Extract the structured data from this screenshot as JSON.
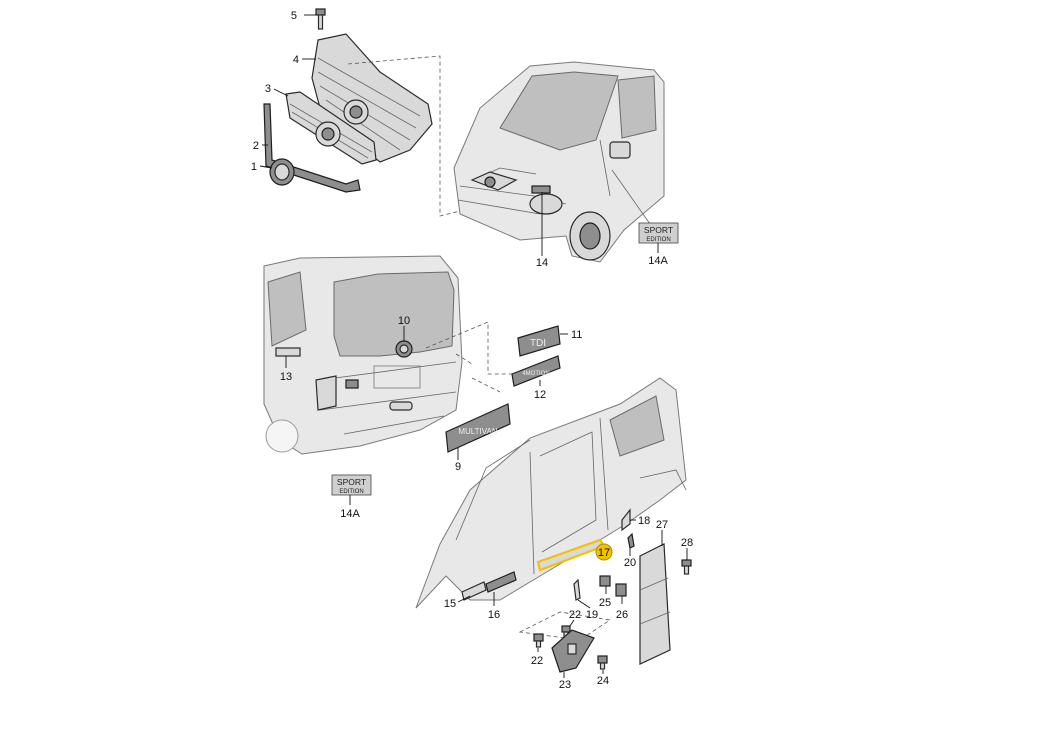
{
  "callouts": [
    {
      "id": "c5",
      "label": "5"
    },
    {
      "id": "c4",
      "label": "4"
    },
    {
      "id": "c3",
      "label": "3"
    },
    {
      "id": "c2",
      "label": "2"
    },
    {
      "id": "c1",
      "label": "1"
    },
    {
      "id": "c14",
      "label": "14"
    },
    {
      "id": "c14a_top",
      "label": "14A"
    },
    {
      "id": "c10",
      "label": "10"
    },
    {
      "id": "c11",
      "label": "11"
    },
    {
      "id": "c13",
      "label": "13"
    },
    {
      "id": "c12",
      "label": "12"
    },
    {
      "id": "c9",
      "label": "9"
    },
    {
      "id": "c14a_bottom",
      "label": "14A"
    },
    {
      "id": "c18",
      "label": "18"
    },
    {
      "id": "c27",
      "label": "27"
    },
    {
      "id": "c17",
      "label": "17"
    },
    {
      "id": "c28",
      "label": "28"
    },
    {
      "id": "c20",
      "label": "20"
    },
    {
      "id": "c15",
      "label": "15"
    },
    {
      "id": "c16",
      "label": "16"
    },
    {
      "id": "c19",
      "label": "19"
    },
    {
      "id": "c25",
      "label": "25"
    },
    {
      "id": "c26",
      "label": "26"
    },
    {
      "id": "c22a",
      "label": "22"
    },
    {
      "id": "c22b",
      "label": "22"
    },
    {
      "id": "c23",
      "label": "23"
    },
    {
      "id": "c24",
      "label": "24"
    }
  ],
  "badges": {
    "sport_line1": "SPORT",
    "sport_line2": "EDITION"
  },
  "emblems": {
    "tdi": "TDI",
    "multivan": "MULTIVAN",
    "model12": "4MOTION"
  },
  "highlight_color": "#f2c200",
  "line_color": "#111111"
}
